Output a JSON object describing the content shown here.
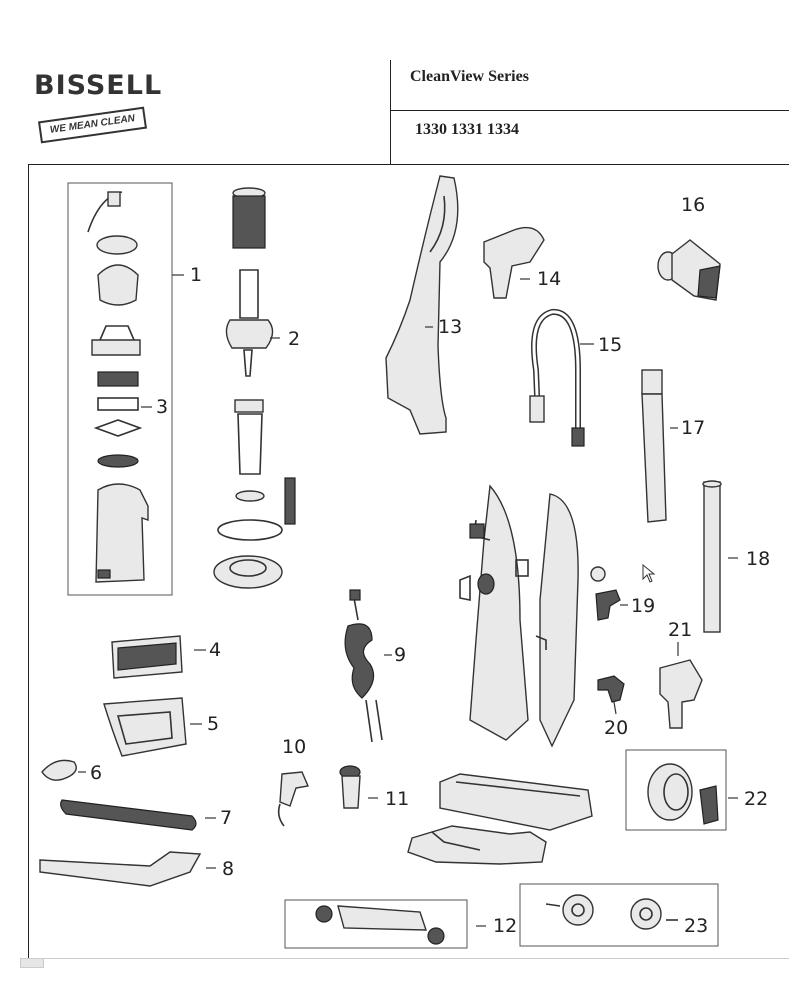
{
  "header": {
    "brand": "BISSELL",
    "tagline": "WE MEAN CLEAN",
    "series": "CleanView Series",
    "models": "1330 1331 1334"
  },
  "icons": {
    "logo": "bissell-logo",
    "cursor": "mouse-pointer-icon"
  },
  "parts": [
    {
      "id": "1",
      "text": "1"
    },
    {
      "id": "2",
      "text": "2"
    },
    {
      "id": "3",
      "text": "3"
    },
    {
      "id": "4",
      "text": "4"
    },
    {
      "id": "5",
      "text": "5"
    },
    {
      "id": "6",
      "text": "6"
    },
    {
      "id": "7",
      "text": "7"
    },
    {
      "id": "8",
      "text": "8"
    },
    {
      "id": "9",
      "text": "9"
    },
    {
      "id": "10",
      "text": "10"
    },
    {
      "id": "11",
      "text": "11"
    },
    {
      "id": "12",
      "text": "12"
    },
    {
      "id": "13",
      "text": "13"
    },
    {
      "id": "14",
      "text": "14"
    },
    {
      "id": "15",
      "text": "15"
    },
    {
      "id": "16",
      "text": "16"
    },
    {
      "id": "17",
      "text": "17"
    },
    {
      "id": "18",
      "text": "18"
    },
    {
      "id": "19",
      "text": "19"
    },
    {
      "id": "20",
      "text": "20"
    },
    {
      "id": "21",
      "text": "21"
    },
    {
      "id": "22",
      "text": "22"
    },
    {
      "id": "23",
      "text": "23"
    }
  ]
}
